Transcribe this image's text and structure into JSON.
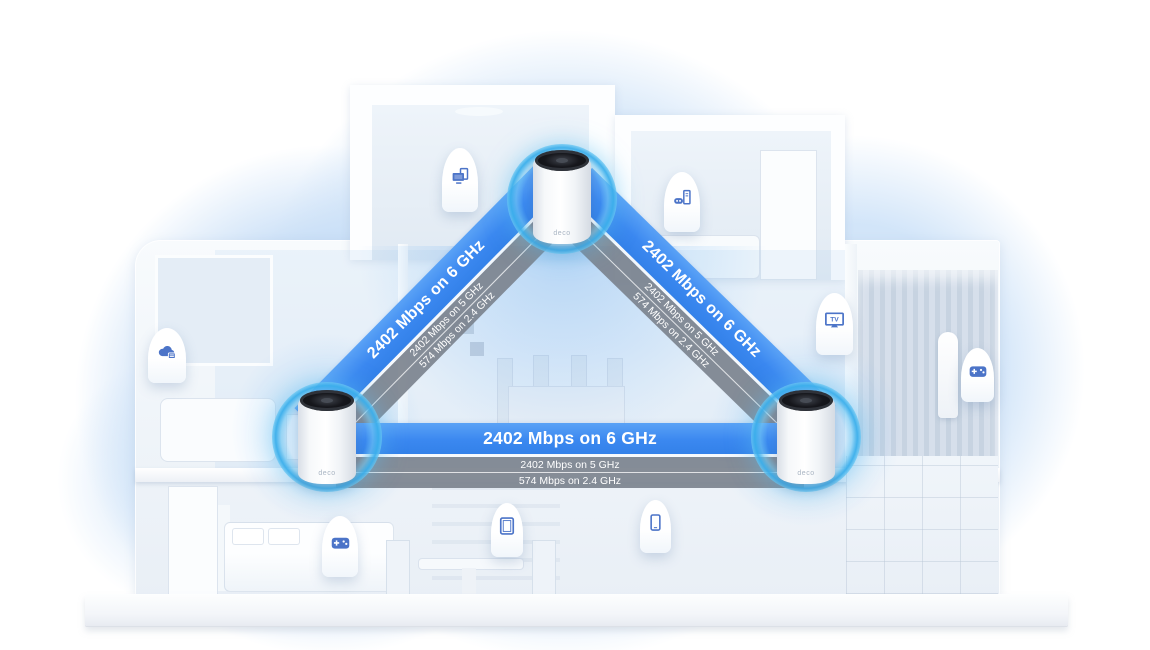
{
  "links": [
    {
      "name": "top-to-left",
      "primary": "2402 Mbps on 6 GHz",
      "secondary": "2402 Mbps on 5 GHz",
      "tertiary": "574 Mbps on 2.4 GHz"
    },
    {
      "name": "top-to-right",
      "primary": "2402 Mbps on 6 GHz",
      "secondary": "2402 Mbps on 5 GHz",
      "tertiary": "574 Mbps on 2.4 GHz"
    },
    {
      "name": "left-to-right",
      "primary": "2402 Mbps on 6 GHz",
      "secondary": "2402 Mbps on 5 GHz",
      "tertiary": "574 Mbps on 2.4 GHz"
    }
  ],
  "units": [
    {
      "id": "top",
      "label": "deco"
    },
    {
      "id": "left",
      "label": "deco"
    },
    {
      "id": "right",
      "label": "deco"
    }
  ],
  "devices": [
    {
      "icon": "desktop-computer-icon"
    },
    {
      "icon": "vr-pc-icon"
    },
    {
      "icon": "cloud-storage-icon"
    },
    {
      "icon": "tv-icon",
      "label": "TV"
    },
    {
      "icon": "gamepad-icon"
    },
    {
      "icon": "gamepad-icon"
    },
    {
      "icon": "tablet-icon"
    },
    {
      "icon": "smartphone-icon"
    }
  ],
  "colors": {
    "band_6ghz": "#3b87f0",
    "band_secondary": "#7c838e",
    "glow_ring": "#37adeb",
    "icon_blue": "#4c74c8",
    "cloud": "#cfe3f8"
  }
}
